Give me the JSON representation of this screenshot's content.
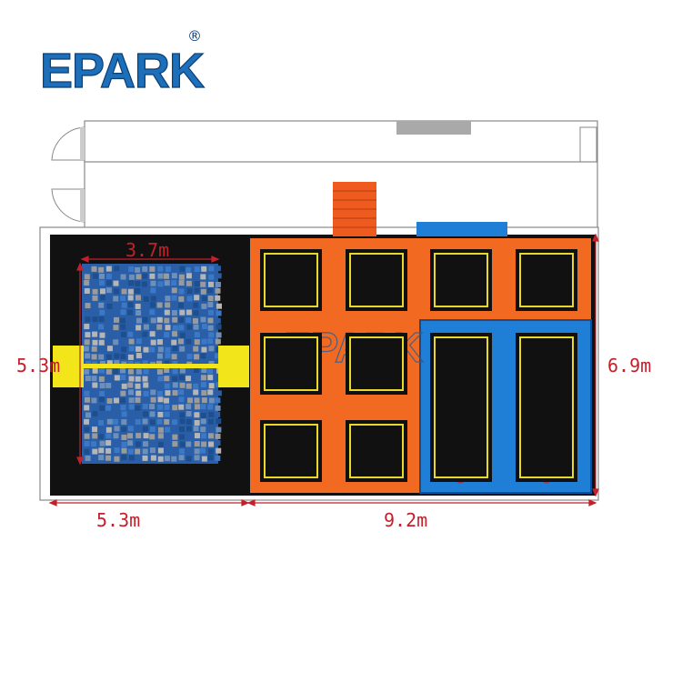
{
  "logo": {
    "text": "EPARK",
    "mark": "®"
  },
  "watermark": {
    "text": "EPARK"
  },
  "dimensions": {
    "foam_pit_width": "3.7m",
    "foam_pit_depth": "5.3m",
    "left_section_width": "5.3m",
    "right_section_width": "9.2m",
    "overall_depth": "6.9m"
  },
  "colors": {
    "dimension_text": "#c4202b",
    "orange_deck": "#f26a22",
    "blue_deck": "#1f7ed6",
    "foam_blue": "#2a5fa8",
    "foam_gray": "#9a9a9a",
    "yellow_beam": "#f2e51a",
    "floor_black": "#111111"
  }
}
